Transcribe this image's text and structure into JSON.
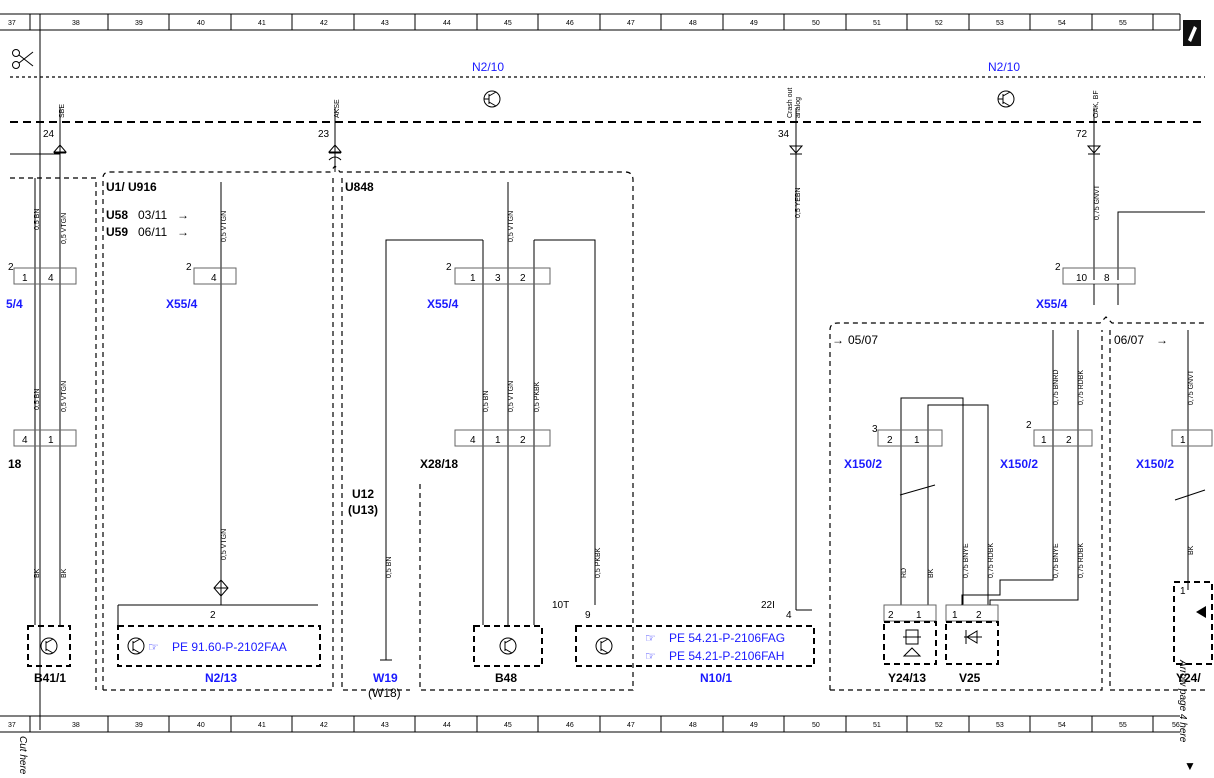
{
  "grid": {
    "cols": [
      "37",
      "38",
      "39",
      "40",
      "41",
      "42",
      "43",
      "44",
      "45",
      "46",
      "47",
      "48",
      "49",
      "50",
      "51",
      "52",
      "53",
      "54",
      "55",
      "56"
    ]
  },
  "units": {
    "n2_10_left": "N2/10",
    "n2_10_right": "N2/10"
  },
  "bus": {
    "sbe": {
      "label": "SBE",
      "pin": "24"
    },
    "akse": {
      "label": "AKSE",
      "pin": "23"
    },
    "crash": {
      "label1": "Crash out",
      "label2": "analog",
      "pin": "34"
    },
    "oak": {
      "label": "OAK, BF",
      "pin": "72"
    }
  },
  "variants": {
    "u1": "U1/",
    "u916": "U916",
    "u848": "U848",
    "u58": "U58",
    "u58_date": "03/11",
    "u59": "U59",
    "u59_date": "06/11",
    "u12": "U12",
    "u13": "(U13)",
    "d0507": "05/07",
    "d0611": "06/07"
  },
  "wires": {
    "bn05": "0,5 BN",
    "vtgn05": "0,5 VTGN",
    "pkbk05": "0,5 PKBK",
    "yebn05": "0,5 YEBN",
    "gnvt075": "0,75 GNVT",
    "bnrd075": "0,75 BNRD",
    "rdbk075": "0,75 RDBK",
    "bnye075": "0,75 BNYE",
    "rd": "RD",
    "bk": "BK"
  },
  "connectors": {
    "x55_4": "X55/4",
    "x55_4_left": "5/4",
    "x28_18": "X28/18",
    "x28_18_left": "18",
    "x150_2": "X150/2"
  },
  "pins": {
    "p1": "1",
    "p2": "2",
    "p3": "3",
    "p4": "4",
    "p8": "8",
    "p9": "9",
    "p10": "10",
    "p10t": "10T",
    "p22i": "22I"
  },
  "components": {
    "b41_1": "B41/1",
    "n2_13": "N2/13",
    "w19": "W19",
    "w18": "(W18)",
    "b48": "B48",
    "n10_1": "N10/1",
    "y24_13": "Y24/13",
    "v25": "V25",
    "y24_edge": "Y24/"
  },
  "refs": {
    "pe_n2_13": "PE 91.60-P-2102FAA",
    "pe_n10_1_a": "PE 54.21-P-2106FAG",
    "pe_n10_1_b": "PE 54.21-P-2106FAH"
  },
  "footer": {
    "cut_here": "Cut here",
    "arrow_page": "Arrow page 4 here"
  }
}
